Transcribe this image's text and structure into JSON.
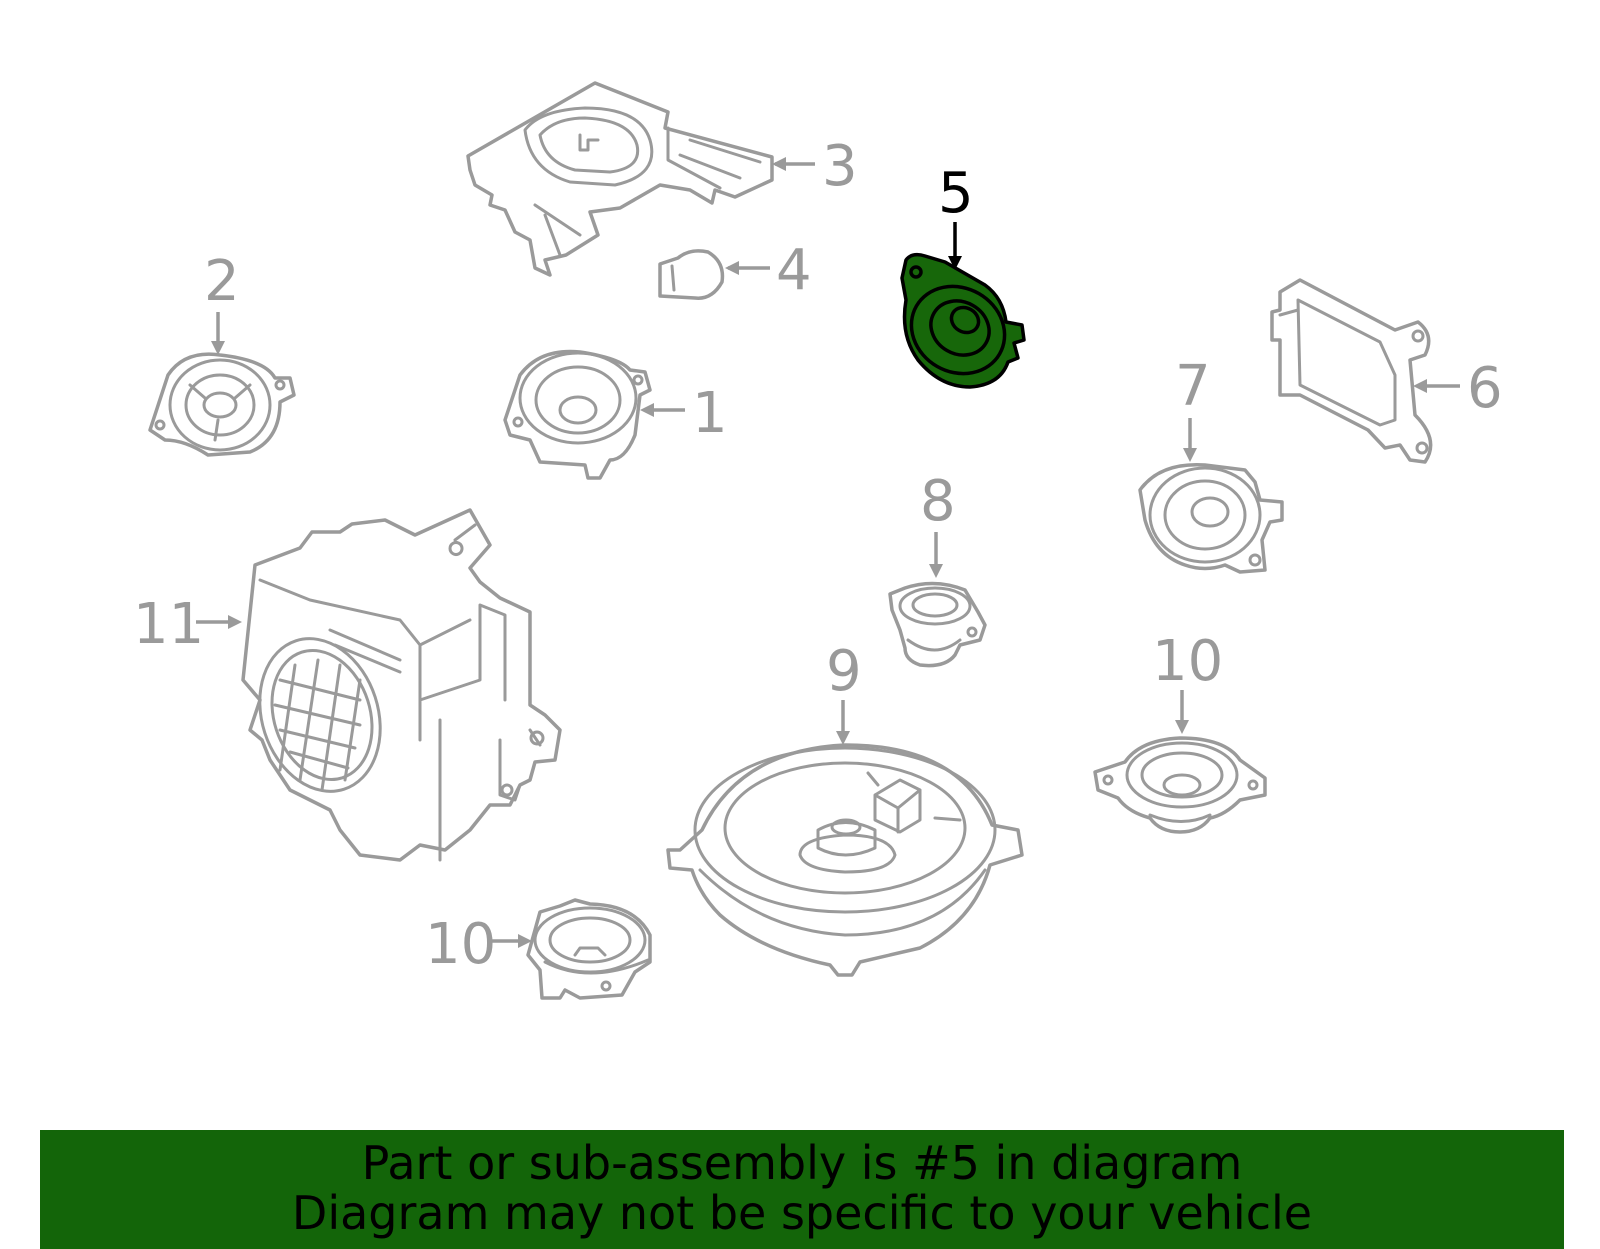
{
  "callouts": [
    {
      "id": "1",
      "label": "1",
      "selected": false
    },
    {
      "id": "2",
      "label": "2",
      "selected": false
    },
    {
      "id": "3",
      "label": "3",
      "selected": false
    },
    {
      "id": "4",
      "label": "4",
      "selected": false
    },
    {
      "id": "5",
      "label": "5",
      "selected": true
    },
    {
      "id": "6",
      "label": "6",
      "selected": false
    },
    {
      "id": "7",
      "label": "7",
      "selected": false
    },
    {
      "id": "8",
      "label": "8",
      "selected": false
    },
    {
      "id": "9",
      "label": "9",
      "selected": false
    },
    {
      "id": "10a",
      "label": "10",
      "selected": false
    },
    {
      "id": "10b",
      "label": "10",
      "selected": false
    },
    {
      "id": "11",
      "label": "11",
      "selected": false
    }
  ],
  "colors": {
    "highlight": "#17670a",
    "banner": "#136509",
    "part_outline": "#9a9a9a"
  },
  "banner": {
    "line1": "Part or sub-assembly is #5 in diagram",
    "line2": "Diagram may not be specific to your vehicle"
  }
}
